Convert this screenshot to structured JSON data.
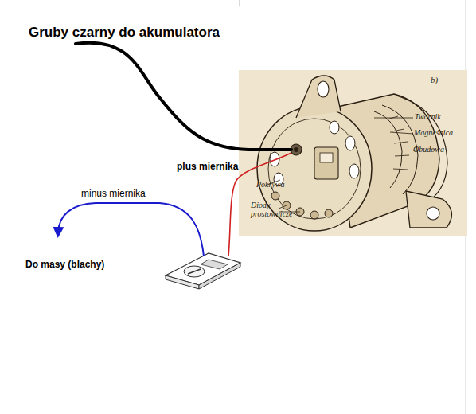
{
  "diagram": {
    "labels": [
      "Gruby czarny do akumulatora",
      "b)",
      "Twornik",
      "Magneśnica",
      "Obudowa",
      "Pokrywa",
      "Diody prostownicze",
      "plus miernika",
      "minus miernika",
      "Do masy (blachy)"
    ]
  }
}
